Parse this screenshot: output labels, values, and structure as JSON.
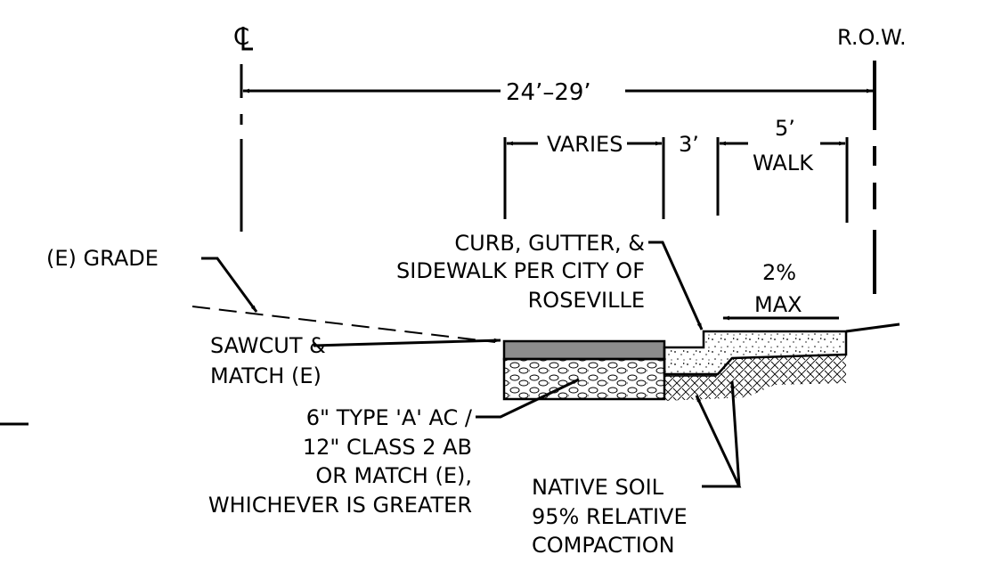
{
  "symbols": {
    "centerline": "CL",
    "row": "R.O.W."
  },
  "dimensions": {
    "total": "24’–29’",
    "varies": "VARIES",
    "three": "3’",
    "walk_width": "5’",
    "walk": "WALK",
    "slope_pct": "2%",
    "slope_max": "MAX"
  },
  "callouts": {
    "existing_grade": "(E) GRADE",
    "curb": [
      "CURB, GUTTER, &",
      "SIDEWALK PER CITY OF",
      "ROSEVILLE"
    ],
    "sawcut": [
      "SAWCUT &",
      "MATCH (E)"
    ],
    "pavement": [
      "6\" TYPE 'A' AC /",
      "12\" CLASS 2 AB",
      "OR MATCH (E),",
      "WHICHEVER IS GREATER"
    ],
    "soil": [
      "NATIVE SOIL",
      "95% RELATIVE",
      "COMPACTION"
    ]
  },
  "colors": {
    "line": "#000000",
    "ac_layer": "#8c8c8c",
    "background": "#ffffff"
  }
}
